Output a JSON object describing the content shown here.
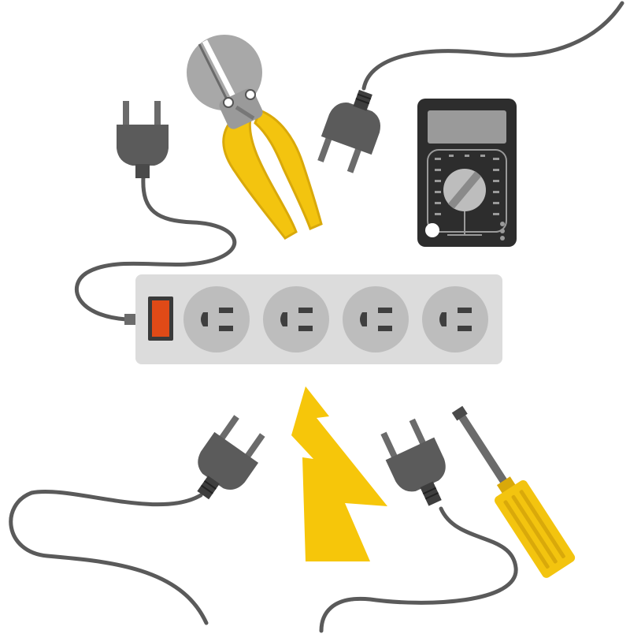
{
  "illustration": {
    "subjects": [
      "power-strip",
      "plug",
      "wire-cutter",
      "multimeter",
      "screwdriver",
      "lightning-bolt"
    ],
    "colors": {
      "cable": "#5a5a5a",
      "plug_body": "#5b5b5b",
      "plug_pins": "#6b6b6b",
      "strip_body": "#dcdcdc",
      "socket": "#bdbdbd",
      "socket_holes": "#3f3f3f",
      "switch_red": "#e04a17",
      "handle_yellow": "#f3c40f",
      "handle_shade": "#d9a90a",
      "metal": "#a8a8a8",
      "meter_body": "#2d2d2d",
      "meter_screen": "#9a9a9a",
      "bolt": "#f6c60a"
    },
    "socket_count": 4
  }
}
